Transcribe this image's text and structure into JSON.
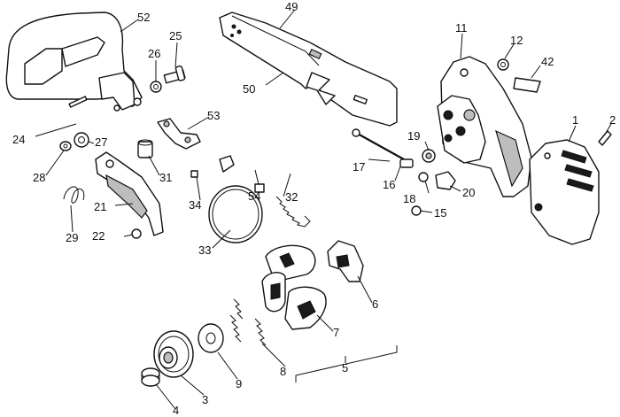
{
  "callouts": {
    "c1": "1",
    "c2": "2",
    "c3": "3",
    "c4": "4",
    "c5": "5",
    "c6": "6",
    "c7": "7",
    "c8": "8",
    "c9": "9",
    "c11": "11",
    "c12": "12",
    "c15": "15",
    "c16": "16",
    "c17": "17",
    "c18": "18",
    "c19": "19",
    "c20": "20",
    "c21": "21",
    "c22": "22",
    "c24": "24",
    "c25": "25",
    "c26": "26",
    "c27": "27",
    "c28": "28",
    "c29": "29",
    "c31": "31",
    "c32": "32",
    "c33": "33",
    "c34": "34",
    "c42": "42",
    "c49": "49",
    "c50": "50",
    "c52": "52",
    "c53": "53",
    "c54": "54"
  }
}
